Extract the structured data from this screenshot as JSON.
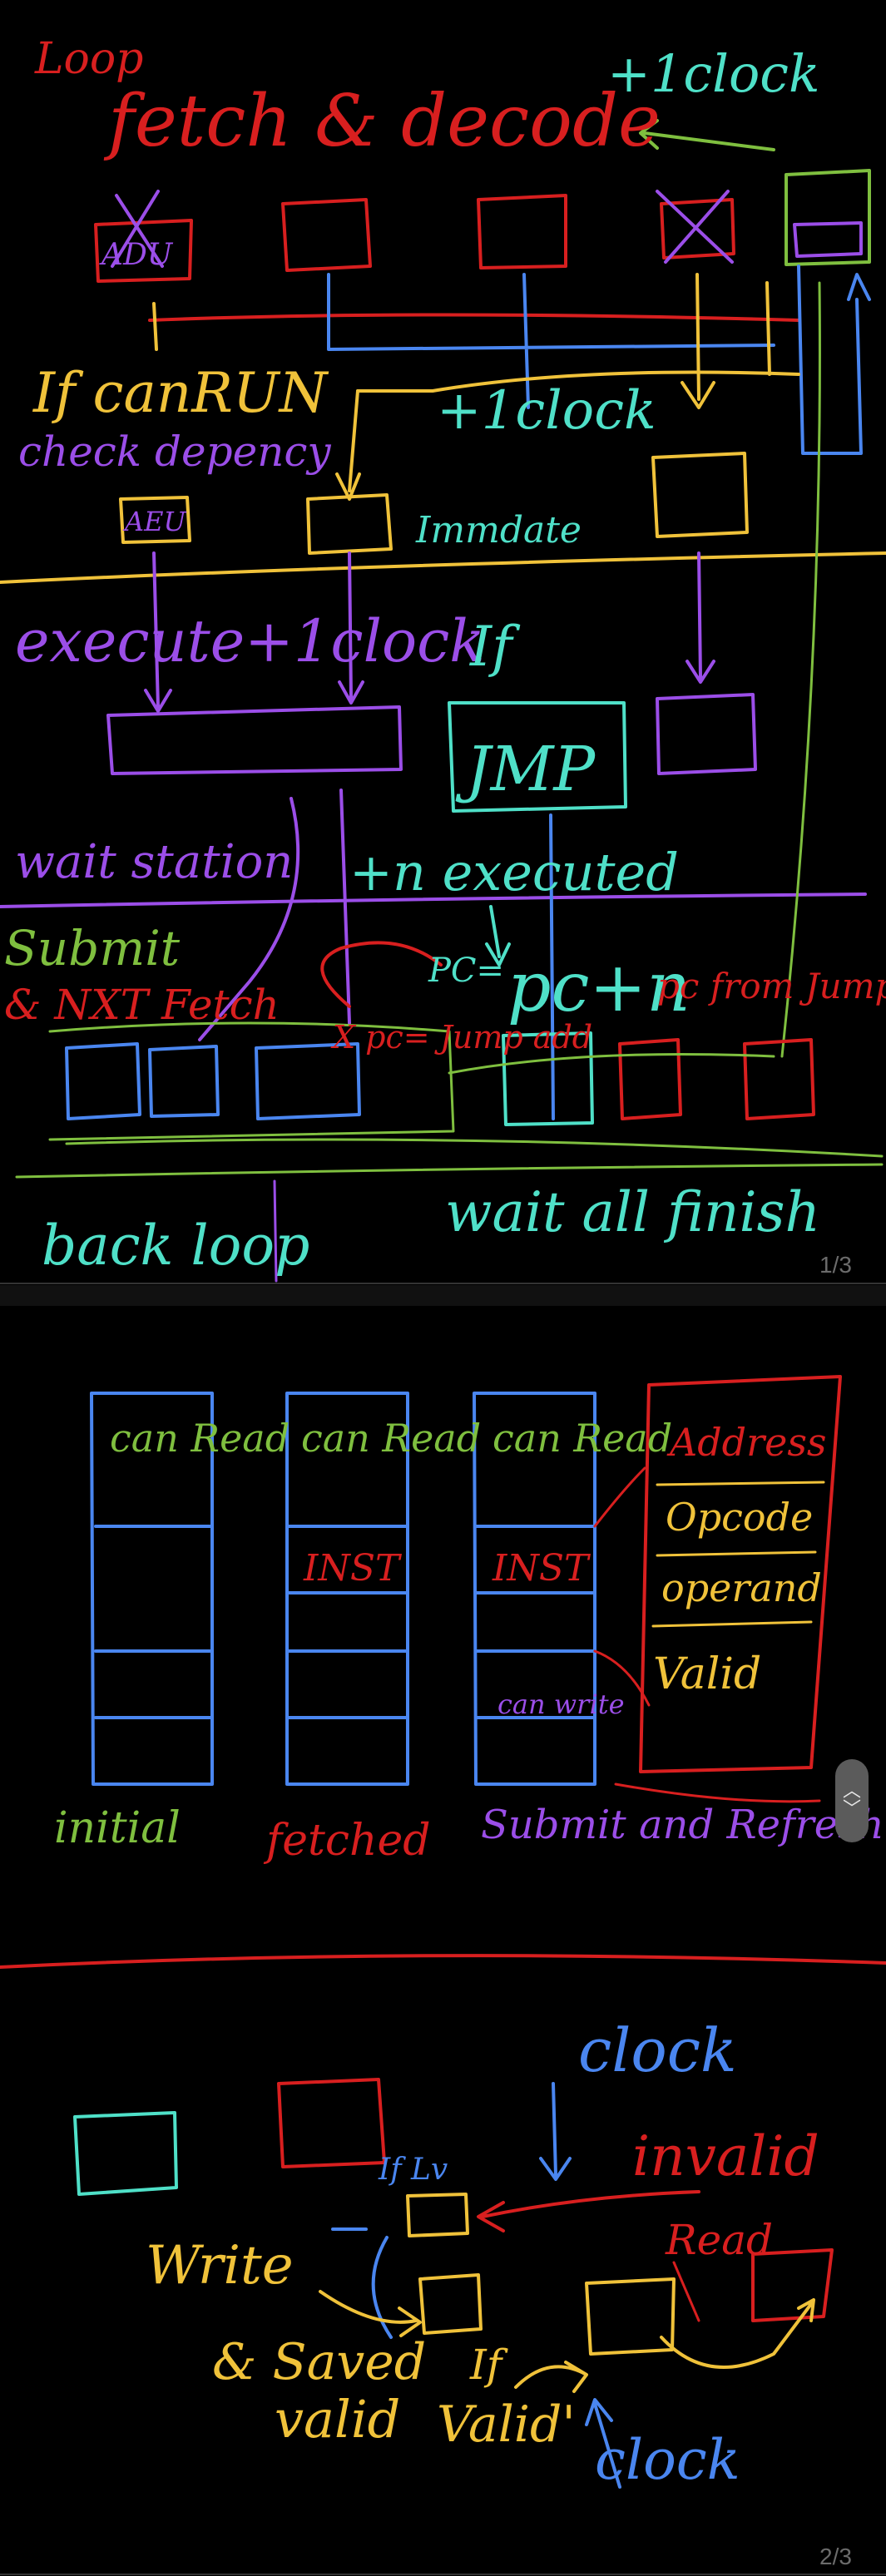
{
  "colors": {
    "background": "#000000",
    "red": "#d81f1f",
    "blue": "#4a86f0",
    "yellow": "#f0c23a",
    "green": "#7fbf3f",
    "cyan": "#4fe0c8",
    "purple": "#9b4ee8",
    "olive": "#9acd32"
  },
  "page1": {
    "loop": "Loop",
    "plus_clock_top": "+1clock",
    "fetch_decode": "fetch & decode",
    "alu_box": "ADU",
    "if_can_run": "If canRUN",
    "check_dependency": "check depency",
    "plus_clock_mid": "+1clock",
    "alu_small": "AEU",
    "immediate": "Immdate",
    "execute": "execute+1clock",
    "if_label": "If",
    "jump": "JMP",
    "wait_station": "wait station",
    "n_executed": "+n executed",
    "submit": "Submit",
    "nxt_fetch": "& NXT Fetch",
    "pc_eq": "PC=",
    "pc_plus_n": "pc+n",
    "pc_from_jump": "pc from Jump",
    "x_pc_jump_addr": "X pc= Jump add",
    "back_loop": "back loop",
    "wait_all_finish": "wait all finish",
    "page_number": "1/3"
  },
  "page2": {
    "col1": {
      "top": "can Read",
      "caption": "initial"
    },
    "col2": {
      "top": "can Read",
      "mid": "INST",
      "caption": "fetched"
    },
    "col3": {
      "top": "can Read",
      "mid": "INST",
      "bottom": "can write",
      "caption": "Submit and Refresh"
    },
    "record": [
      "Address",
      "Opcode",
      "operand",
      "Valid"
    ],
    "clock_top": "clock",
    "if_lv": "If Lv",
    "invalid": "invalid",
    "read": "Read",
    "write": "Write",
    "saved": "& Saved",
    "if_small": "If",
    "valid_word": "valid",
    "valid_quote": "Valid'",
    "clock_bottom": "clock",
    "page_number": "2/3"
  },
  "scroll": {
    "up_icon": "chevron-up-icon",
    "down_icon": "chevron-down-icon"
  }
}
